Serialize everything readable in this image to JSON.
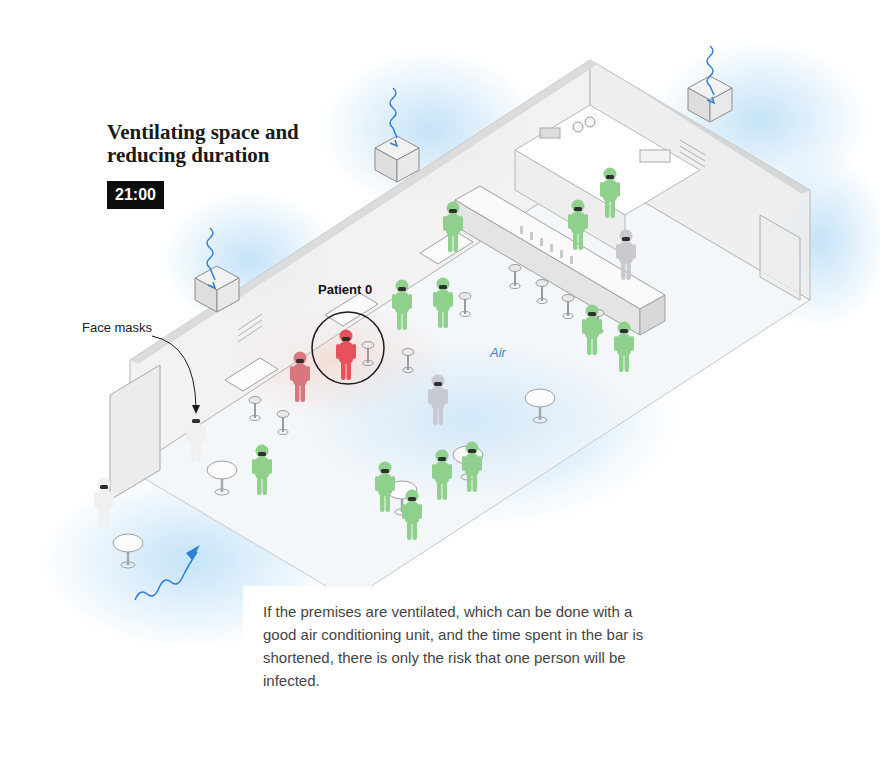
{
  "diagram": {
    "title": "Ventilating space and reducing duration",
    "caption": "If the premises are ventilated, which can be done with a good air conditioning unit, and the time spent in the bar is shortened, there is only the risk that one person will be infected.",
    "nodes": [
      {
        "text": [
          "21:00"
        ]
      }
    ],
    "labels": [
      "Patient 0",
      "Face masks",
      "Air"
    ]
  }
}
